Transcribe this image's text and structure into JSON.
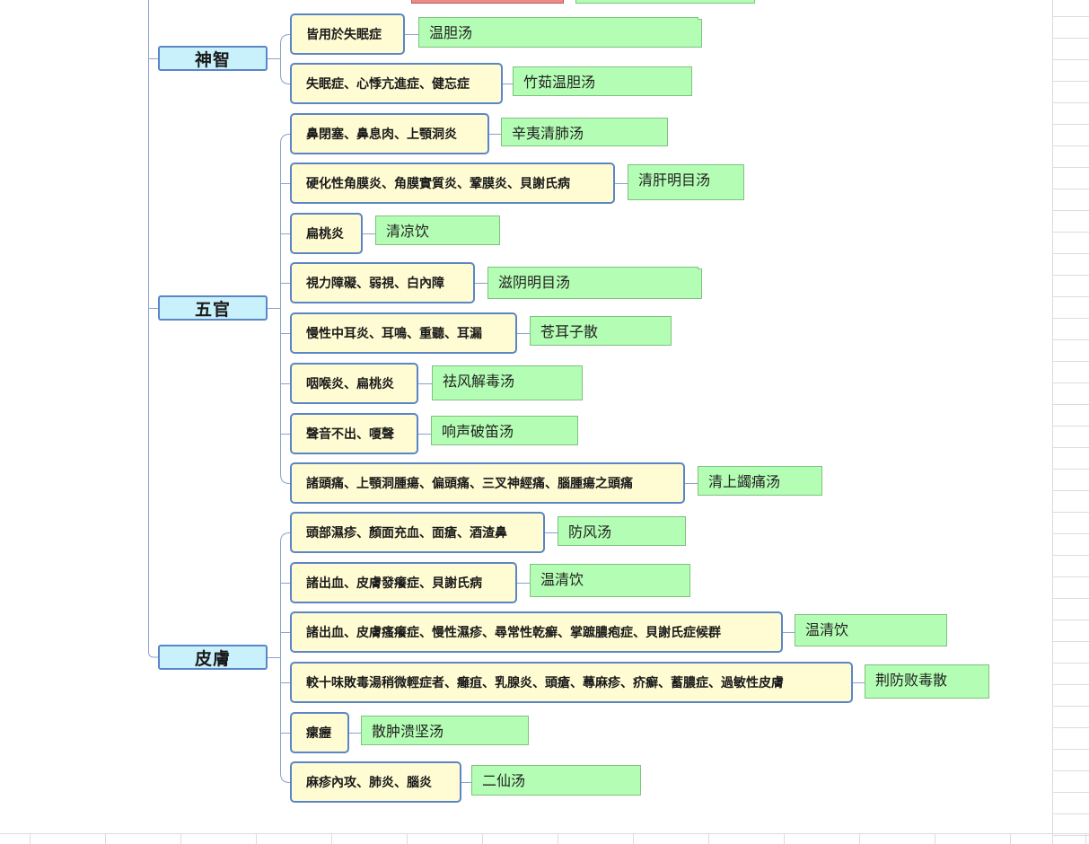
{
  "colors": {
    "category_fill": "#c9f1fb",
    "symptom_fill": "#fffbd2",
    "formula_fill": "#b4fdb4",
    "border_blue": "#5b86c6",
    "connector": "#8aa2cc",
    "top_pink": "#f08a8a"
  },
  "categories": [
    {
      "label": "神智",
      "rows": [
        {
          "symptom": "皆用於失眠症",
          "formula": "温胆汤"
        },
        {
          "symptom": "失眠症、心悸亢進症、健忘症",
          "formula": "竹茹温胆汤"
        }
      ]
    },
    {
      "label": "五官",
      "rows": [
        {
          "symptom": "鼻閉塞、鼻息肉、上顎洞炎",
          "formula": "辛夷清肺汤"
        },
        {
          "symptom": "硬化性角膜炎、角膜實質炎、鞏膜炎、貝謝氏病",
          "formula": "清肝明目汤"
        },
        {
          "symptom": "扁桃炎",
          "formula": "清凉饮"
        },
        {
          "symptom": "視力障礙、弱視、白內障",
          "formula": "滋阴明目汤"
        },
        {
          "symptom": "慢性中耳炎、耳鳴、重聽、耳漏",
          "formula": "苍耳子散"
        },
        {
          "symptom": "咽喉炎、扁桃炎",
          "formula": "祛风解毒汤"
        },
        {
          "symptom": "聲音不出、嗄聲",
          "formula": "响声破笛汤"
        },
        {
          "symptom": "諸頭痛、上顎洞腫瘍、偏頭痛、三叉神經痛、腦腫瘍之頭痛",
          "formula": "清上蠲痛汤"
        }
      ]
    },
    {
      "label": "皮膚",
      "rows": [
        {
          "symptom": "頭部濕疹、顏面充血、面瘡、酒渣鼻",
          "formula": "防风汤"
        },
        {
          "symptom": "諸出血、皮膚發癢症、貝謝氏病",
          "formula": "温清饮"
        },
        {
          "symptom": "諸出血、皮膚瘙癢症、慢性濕疹、尋常性乾癬、掌蹠膿疱症、貝謝氏症候群",
          "formula": "温清饮"
        },
        {
          "symptom": "較十味敗毒湯稍微輕症者、癰疽、乳腺炎、頭瘡、蕁麻疹、疥癬、蓄膿症、過敏性皮膚",
          "formula": "荆防败毒散"
        },
        {
          "symptom": "瘰癧",
          "formula": "散肿溃坚汤"
        },
        {
          "symptom": "麻疹內攻、肺炎、腦炎",
          "formula": "二仙汤"
        }
      ]
    }
  ]
}
